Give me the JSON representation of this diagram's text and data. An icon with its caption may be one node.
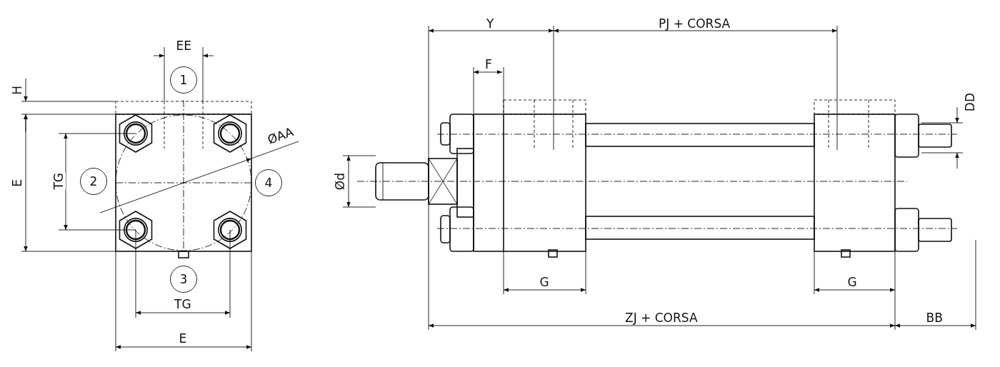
{
  "diagram": {
    "nodes": [
      {
        "text": [
          "1"
        ]
      },
      {
        "text": [
          "2"
        ]
      },
      {
        "text": [
          "4"
        ]
      },
      {
        "text": [
          "3"
        ]
      }
    ],
    "edges": [],
    "labels": [
      "Y",
      "PJ + CORSA",
      "EE",
      "F",
      "H",
      "DD",
      "ØAA",
      "E",
      "TG",
      "Ød",
      "TG",
      "G",
      "G",
      "ZJ + CORSA",
      "E",
      "BB"
    ]
  }
}
